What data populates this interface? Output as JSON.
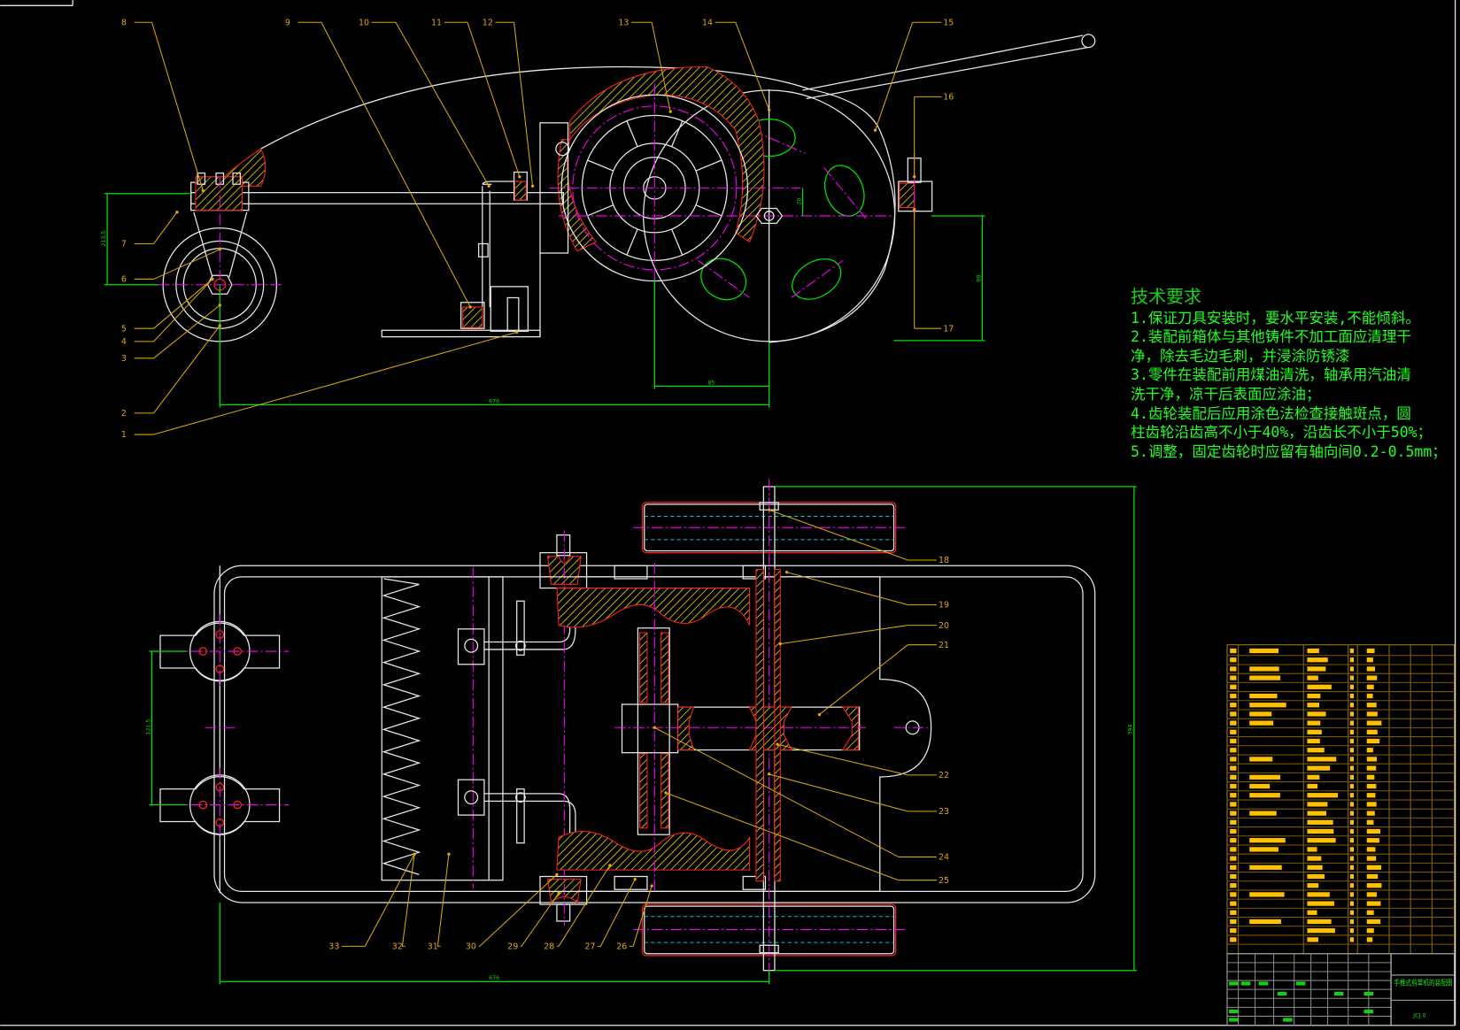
{
  "drawing": {
    "title": "手推式剪草机的装配图",
    "drawing_number": "JCJ.0"
  },
  "tech_requirements": {
    "title": "技术要求",
    "lines": [
      "1.保证刀具安装时，要水平安装,不能倾斜。",
      "2.装配前箱体与其他铸件不加工面应清理干",
      "净，除去毛边毛刺，并浸涂防锈漆",
      "3.零件在装配前用煤油清洗，轴承用汽油清",
      "洗干净，凉干后表面应涂油；",
      "4.齿轮装配后应用涂色法检查接触斑点，圆",
      "柱齿轮沿齿高不小于40%，沿齿长不小于50%；",
      "5.调整，固定齿轮时应留有轴向间0.2-0.5mm；"
    ]
  },
  "balloons_top": [
    "1",
    "2",
    "3",
    "4",
    "5",
    "6",
    "7",
    "8",
    "9",
    "10",
    "11",
    "12",
    "13",
    "14",
    "15",
    "16",
    "17"
  ],
  "balloons_bottom": [
    "18",
    "19",
    "20",
    "21",
    "22",
    "23",
    "24",
    "25",
    "26",
    "27",
    "28",
    "29",
    "30",
    "31",
    "32",
    "33"
  ],
  "dimensions": {
    "top_left_height": "213.5",
    "top_overall_length": "676",
    "top_offset": "85",
    "top_right_height": "88",
    "top_small": "20",
    "bottom_overall_length": "676",
    "bottom_overall_height": "394",
    "bottom_left_spacing": "121.5"
  },
  "colors": {
    "background": "#000000",
    "outline": "#e8e8e8",
    "centerline": "#ff00ff",
    "dimension": "#00e000",
    "leader": "#d8a800",
    "section_edge": "#ff2020",
    "text": "#20ff20"
  }
}
